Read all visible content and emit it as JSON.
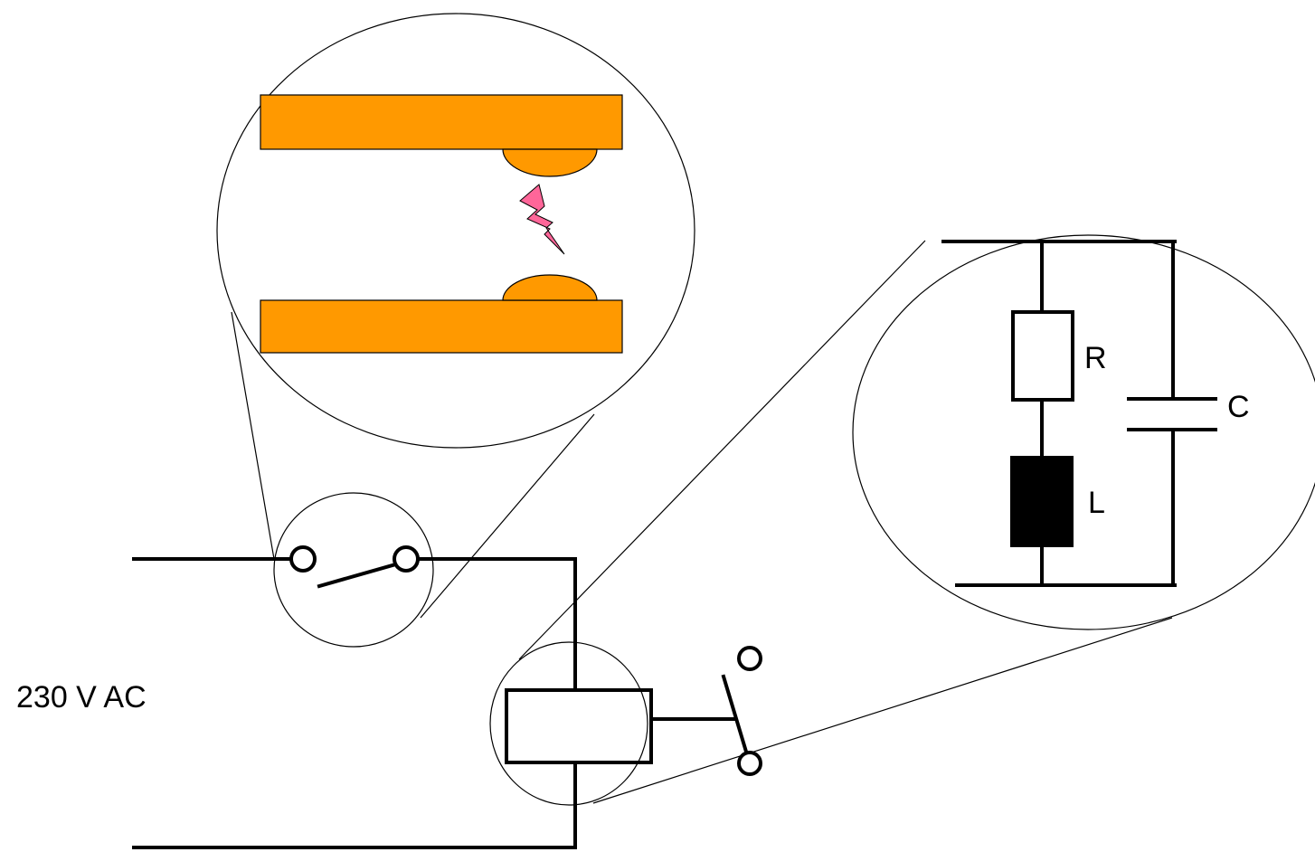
{
  "diagram": {
    "source_label": "230 V AC",
    "snubber": {
      "resistor_label": "R",
      "inductor_label": "L",
      "capacitor_label": "C"
    },
    "colors": {
      "contact": "#FF9900",
      "arc_spark": "#FF6699",
      "line": "#000000",
      "background": "#FFFFFF"
    }
  }
}
